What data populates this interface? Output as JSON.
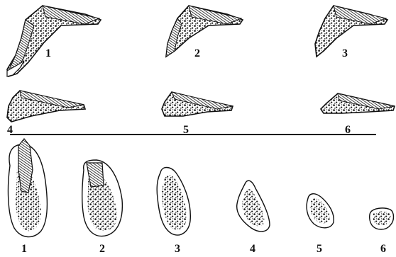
{
  "upper_row": {
    "labels": [
      "1",
      "2",
      "3"
    ]
  },
  "middle_row": {
    "labels": [
      "4",
      "5",
      "6"
    ]
  },
  "lower_row": {
    "labels": [
      "1",
      "2",
      "3",
      "4",
      "5",
      "6"
    ]
  },
  "colors": {
    "ink": "#111111",
    "paper": "#ffffff",
    "cancellous": "#2a2a2a"
  }
}
